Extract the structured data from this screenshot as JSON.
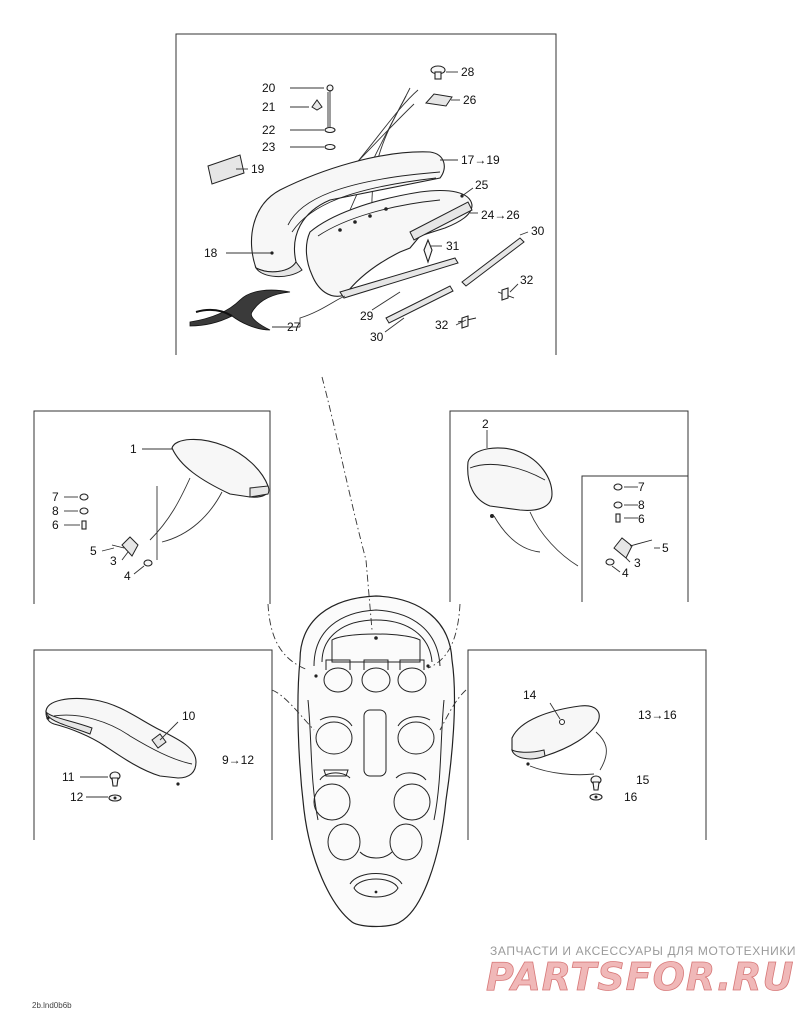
{
  "labels": {
    "p1": "1",
    "p2": "2",
    "p3a": "3",
    "p3b": "3",
    "p4a": "4",
    "p4b": "4",
    "p5a": "5",
    "p5b": "5",
    "p6a": "6",
    "p6b": "6",
    "p7a": "7",
    "p7b": "7",
    "p8a": "8",
    "p8b": "8",
    "p9_12": "9→12",
    "p10": "10",
    "p11": "11",
    "p12": "12",
    "p13_16": "13→16",
    "p14": "14",
    "p15": "15",
    "p16": "16",
    "p17_19": "17→19",
    "p18": "18",
    "p19": "19",
    "p20": "20",
    "p21": "21",
    "p22": "22",
    "p23": "23",
    "p24_26": "24→26",
    "p25": "25",
    "p26": "26",
    "p27": "27",
    "p28": "28",
    "p29": "29",
    "p30a": "30",
    "p30b": "30",
    "p31": "31",
    "p32a": "32",
    "p32b": "32"
  },
  "drawing_code": "2b.lnd0b6b",
  "watermark": {
    "line": "ЗАПЧАСТИ И АКСЕССУАРЫ ДЛЯ МОТОТЕХНИКИ",
    "logo": "PARTSFOR.RU"
  }
}
